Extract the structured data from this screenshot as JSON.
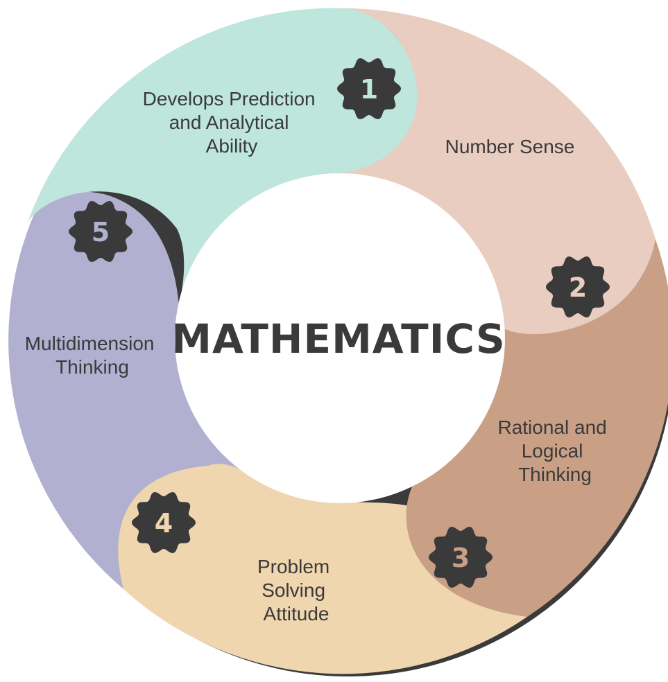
{
  "center_label": "MATHEMATICS",
  "segments": [
    {
      "number": "1",
      "lines": [
        "Develops Prediction",
        "and Analytical",
        "Ability"
      ],
      "color": "#bfe6dc",
      "number_color": "#bfe6dc"
    },
    {
      "number": "2",
      "lines": [
        "Number Sense"
      ],
      "color": "#e9cdc0",
      "number_color": "#e9cdc0"
    },
    {
      "number": "3",
      "lines": [
        "Rational and",
        "Logical",
        "Thinking"
      ],
      "color": "#c9a086",
      "number_color": "#c9a086"
    },
    {
      "number": "4",
      "lines": [
        "Problem",
        "Solving",
        "Attitude"
      ],
      "color": "#efd6ae",
      "number_color": "#efd6ae"
    },
    {
      "number": "5",
      "lines": [
        "Multidimension",
        "Thinking"
      ],
      "color": "#b2b0d0",
      "number_color": "#b2b0d0"
    }
  ],
  "colors": {
    "badge": "#3a3a3a",
    "shadow": "#3a3a3a",
    "text": "#3a3a3a",
    "center_fill": "#ffffff"
  }
}
